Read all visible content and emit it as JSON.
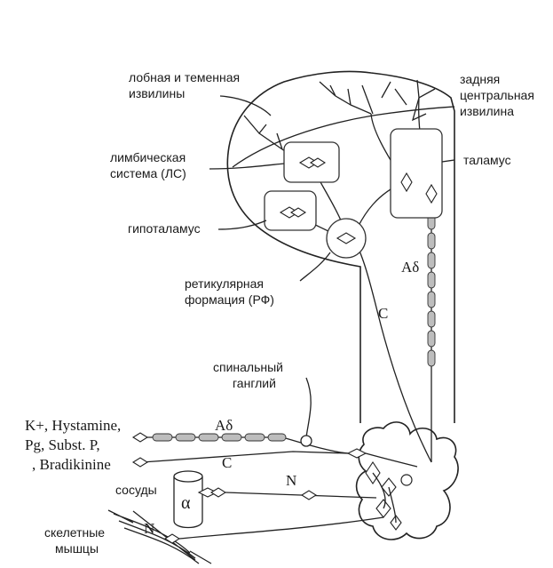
{
  "labels": {
    "frontal_parietal": [
      "лобная и теменная",
      "извилины"
    ],
    "postcentral": [
      "задняя",
      "центральная",
      "извилина"
    ],
    "limbic": [
      "лимбическая",
      "система (ЛС)"
    ],
    "thalamus": "таламус",
    "hypothalamus": "гипоталамус",
    "reticular": [
      "ретикулярная",
      "формация (РФ)"
    ],
    "spinal_ganglion": [
      "спинальный",
      "ганглий"
    ],
    "stimuli": [
      "K+, Hystamine,",
      "Pg, Subst. P,",
      ", Bradikinine"
    ],
    "vessels": "сосуды",
    "skeletal": [
      "скелетные",
      "мышцы"
    ],
    "fiber_a_delta_tract": "Aδ",
    "fiber_c_tract": "C",
    "fiber_a_delta_periph": "Aδ",
    "fiber_c_periph": "C",
    "fiber_n_vessels": "N",
    "fiber_n_muscle": "N",
    "alpha_receptor": "α"
  }
}
